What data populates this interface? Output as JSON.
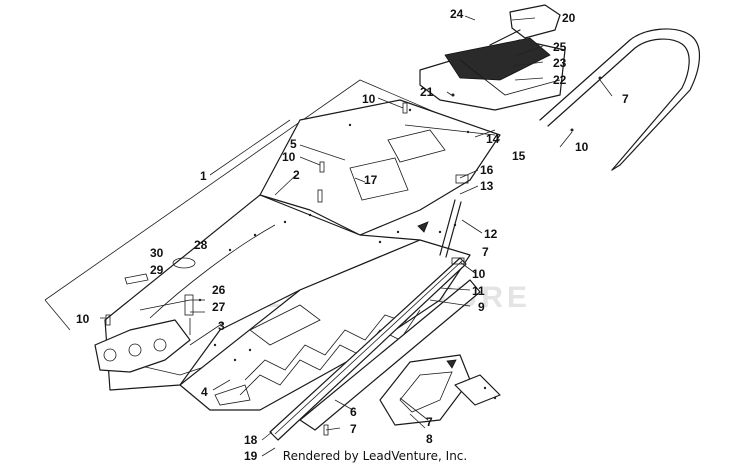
{
  "watermark": "LEADVENTURE",
  "credit": "Rendered by LeadVenture, Inc.",
  "callouts": {
    "c1": "1",
    "c2": "2",
    "c3": "3",
    "c4": "4",
    "c5": "5",
    "c6": "6",
    "c7a": "7",
    "c7b": "7",
    "c7c": "7",
    "c7d": "7",
    "c8": "8",
    "c9": "9",
    "c10a": "10",
    "c10b": "10",
    "c10c": "10",
    "c10d": "10",
    "c10e": "10",
    "c11": "11",
    "c12": "12",
    "c13": "13",
    "c14": "14",
    "c15": "15",
    "c16": "16",
    "c17": "17",
    "c18": "18",
    "c19": "19",
    "c20": "20",
    "c21": "21",
    "c22": "22",
    "c23": "23",
    "c24": "24",
    "c25": "25",
    "c26": "26",
    "c27": "27",
    "c28": "28",
    "c29": "29",
    "c30": "30"
  }
}
